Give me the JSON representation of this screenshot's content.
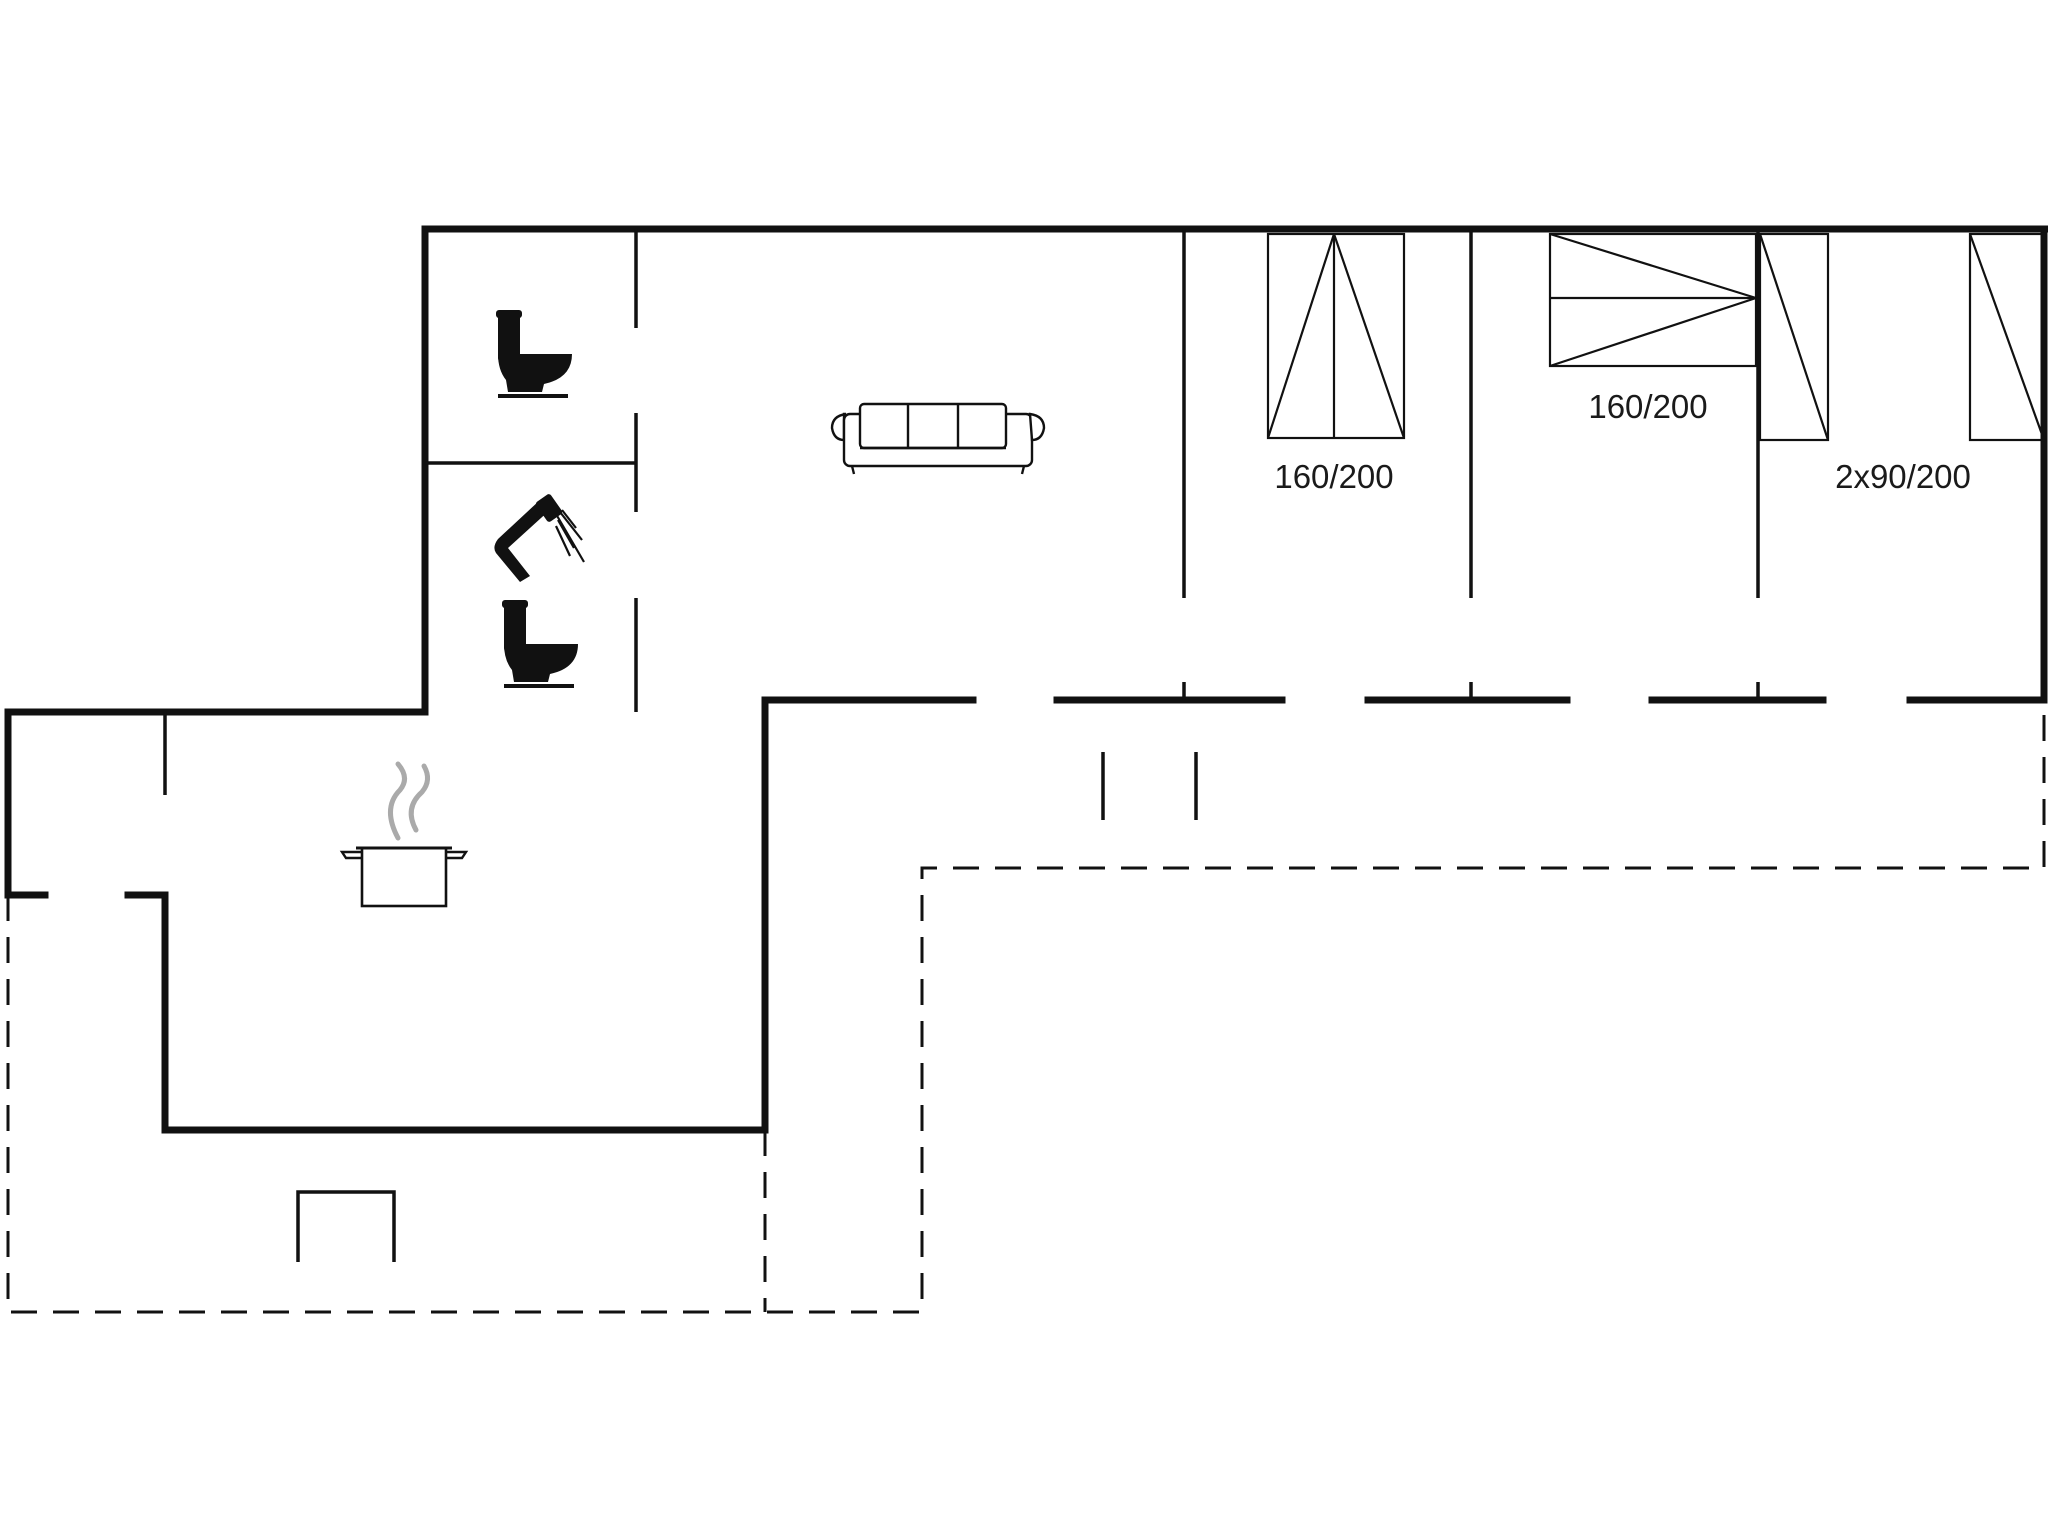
{
  "colors": {
    "line": "#111111",
    "background": "#ffffff",
    "steam": "#aaaaaa"
  },
  "rooms": {
    "bedroom_1": {
      "bed_label": "160/200"
    },
    "bedroom_2": {
      "bed_label": "160/200"
    },
    "bedroom_3": {
      "bed_label": "2x90/200"
    }
  },
  "icons": {
    "toilet": "toilet-icon",
    "shower": "shower-icon",
    "sofa": "sofa-icon",
    "stove": "cooking-pot-icon",
    "bed": "bed-icon"
  }
}
